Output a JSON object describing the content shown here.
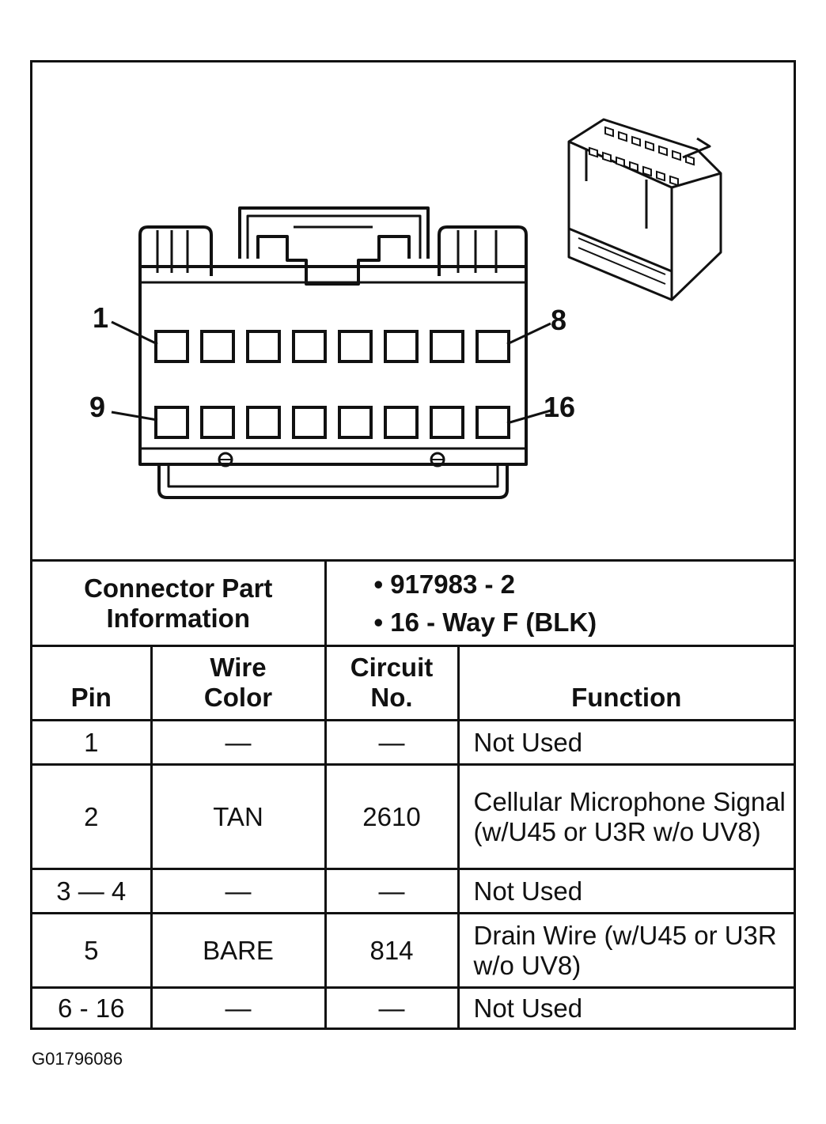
{
  "diagram": {
    "pin_labels": {
      "top_left": "1",
      "top_right": "8",
      "bottom_left": "9",
      "bottom_right": "16"
    }
  },
  "connector_info": {
    "label": "Connector Part Information",
    "label_line1": "Connector Part",
    "label_line2": "Information",
    "parts": [
      "• 917983 - 2",
      "• 16 - Way F (BLK)"
    ]
  },
  "table": {
    "headers": {
      "pin": "Pin",
      "wire_color_line1": "Wire",
      "wire_color_line2": "Color",
      "circuit_line1": "Circuit",
      "circuit_line2": "No.",
      "function": "Function"
    },
    "rows": [
      {
        "pin": "1",
        "wire_color": "—",
        "circuit": "—",
        "function": "Not Used"
      },
      {
        "pin": "2",
        "wire_color": "TAN",
        "circuit": "2610",
        "function": "Cellular Microphone Signal (w/U45 or U3R w/o UV8)"
      },
      {
        "pin": "3 — 4",
        "wire_color": "—",
        "circuit": "—",
        "function": "Not Used"
      },
      {
        "pin": "5",
        "wire_color": "BARE",
        "circuit": "814",
        "function": "Drain Wire (w/U45 or U3R w/o UV8)"
      },
      {
        "pin": "6 - 16",
        "wire_color": "—",
        "circuit": "—",
        "function": "Not Used"
      }
    ]
  },
  "figure_code": "G01796086"
}
